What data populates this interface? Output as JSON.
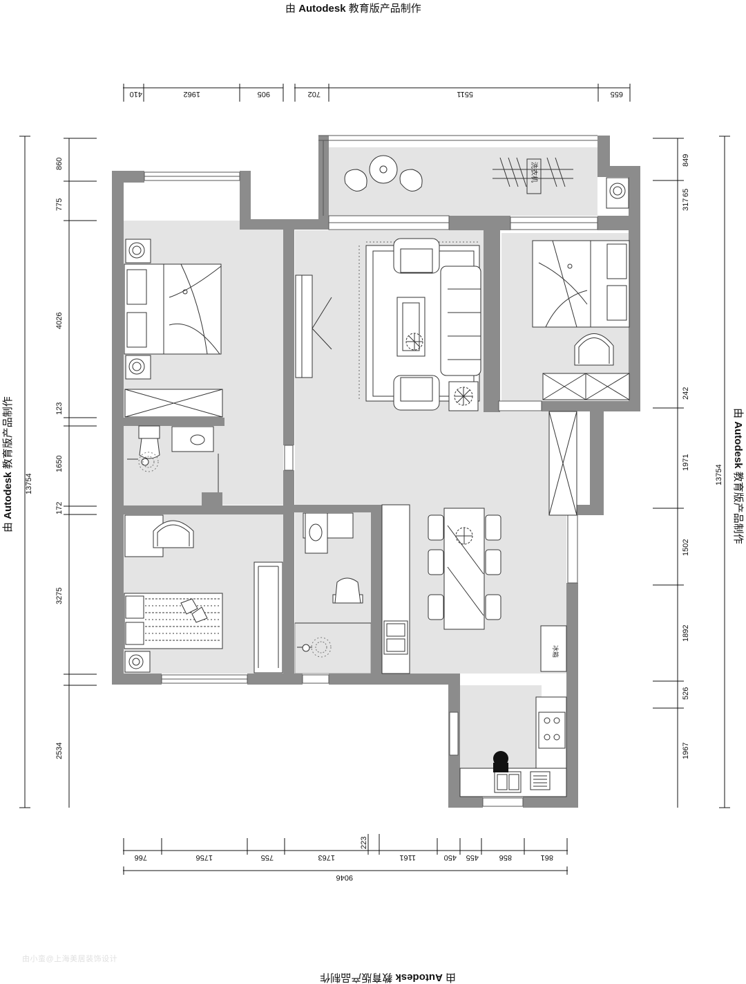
{
  "watermark": {
    "prefix": "由",
    "brand": "Autodesk",
    "suffix": "教育版产品制作"
  },
  "dimensions": {
    "top": [
      "410",
      "1962",
      "905",
      "702",
      "5511",
      "655"
    ],
    "bottom": [
      "766",
      "1756",
      "755",
      "1763",
      "1161",
      "450",
      "455",
      "856",
      "861"
    ],
    "bottom_extra": "223",
    "bottom_total": "9046",
    "left": [
      "860",
      "775",
      "4026",
      "123",
      "1650",
      "172",
      "3275",
      "2534"
    ],
    "left_total": "13754",
    "right": [
      "849",
      "317",
      "65",
      "242",
      "1971",
      "1502",
      "1892",
      "526",
      "1967"
    ],
    "right_total": "13754"
  },
  "labels": {
    "washer": "洗衣机",
    "fridge": "冰箱"
  },
  "credit": "由小蛮@上海美居装饰设计"
}
